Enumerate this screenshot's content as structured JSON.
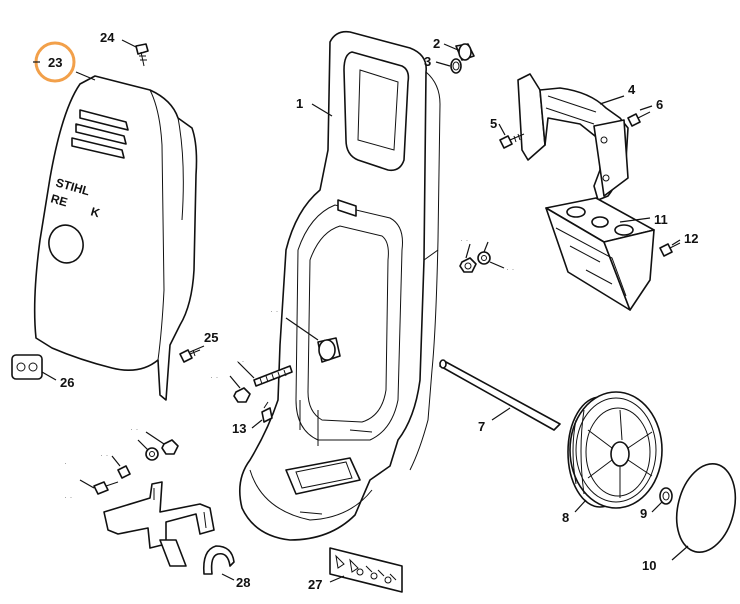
{
  "callouts": {
    "c1": "1",
    "c2": "2",
    "c3": "3",
    "c4": "4",
    "c5": "5",
    "c6": "6",
    "c7": "7",
    "c8": "8",
    "c9": "9",
    "c10": "10",
    "c11": "11",
    "c12": "12",
    "c13": "13",
    "c23": "23",
    "c24": "24",
    "c25": "25",
    "c26": "26",
    "c27": "27",
    "c28": "28"
  },
  "highlight": {
    "callout": "23",
    "color": "#f2a04a"
  },
  "cover_text": {
    "brand": "STIHL",
    "model_part1": "RE",
    "model_part2": "K"
  }
}
